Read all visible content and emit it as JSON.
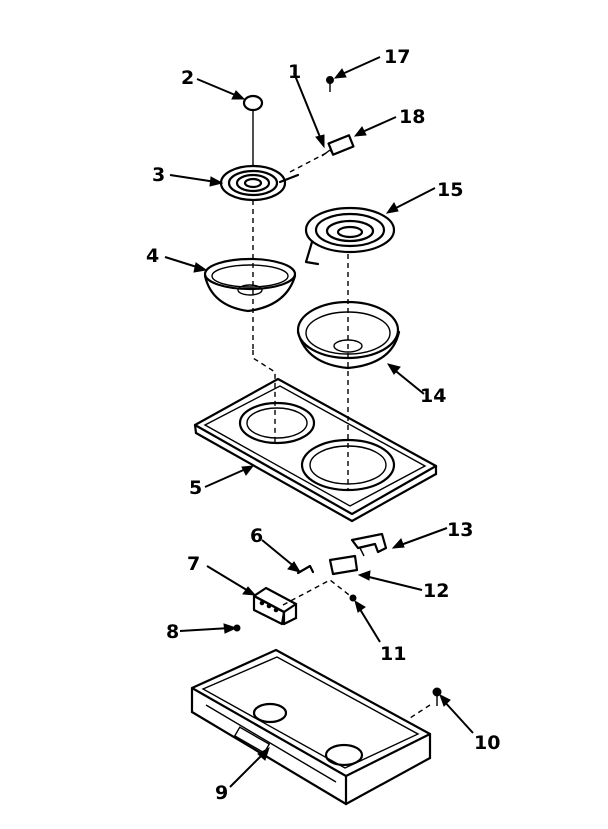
{
  "callouts": {
    "c1": "1",
    "c2": "2",
    "c3": "3",
    "c4": "4",
    "c5": "5",
    "c6": "6",
    "c7": "7",
    "c8": "8",
    "c9": "9",
    "c10": "10",
    "c11": "11",
    "c12": "12",
    "c13": "13",
    "c14": "14",
    "c15": "15",
    "c17": "17",
    "c18": "18"
  },
  "colors": {
    "ink": "#000000",
    "paper": "#ffffff"
  }
}
